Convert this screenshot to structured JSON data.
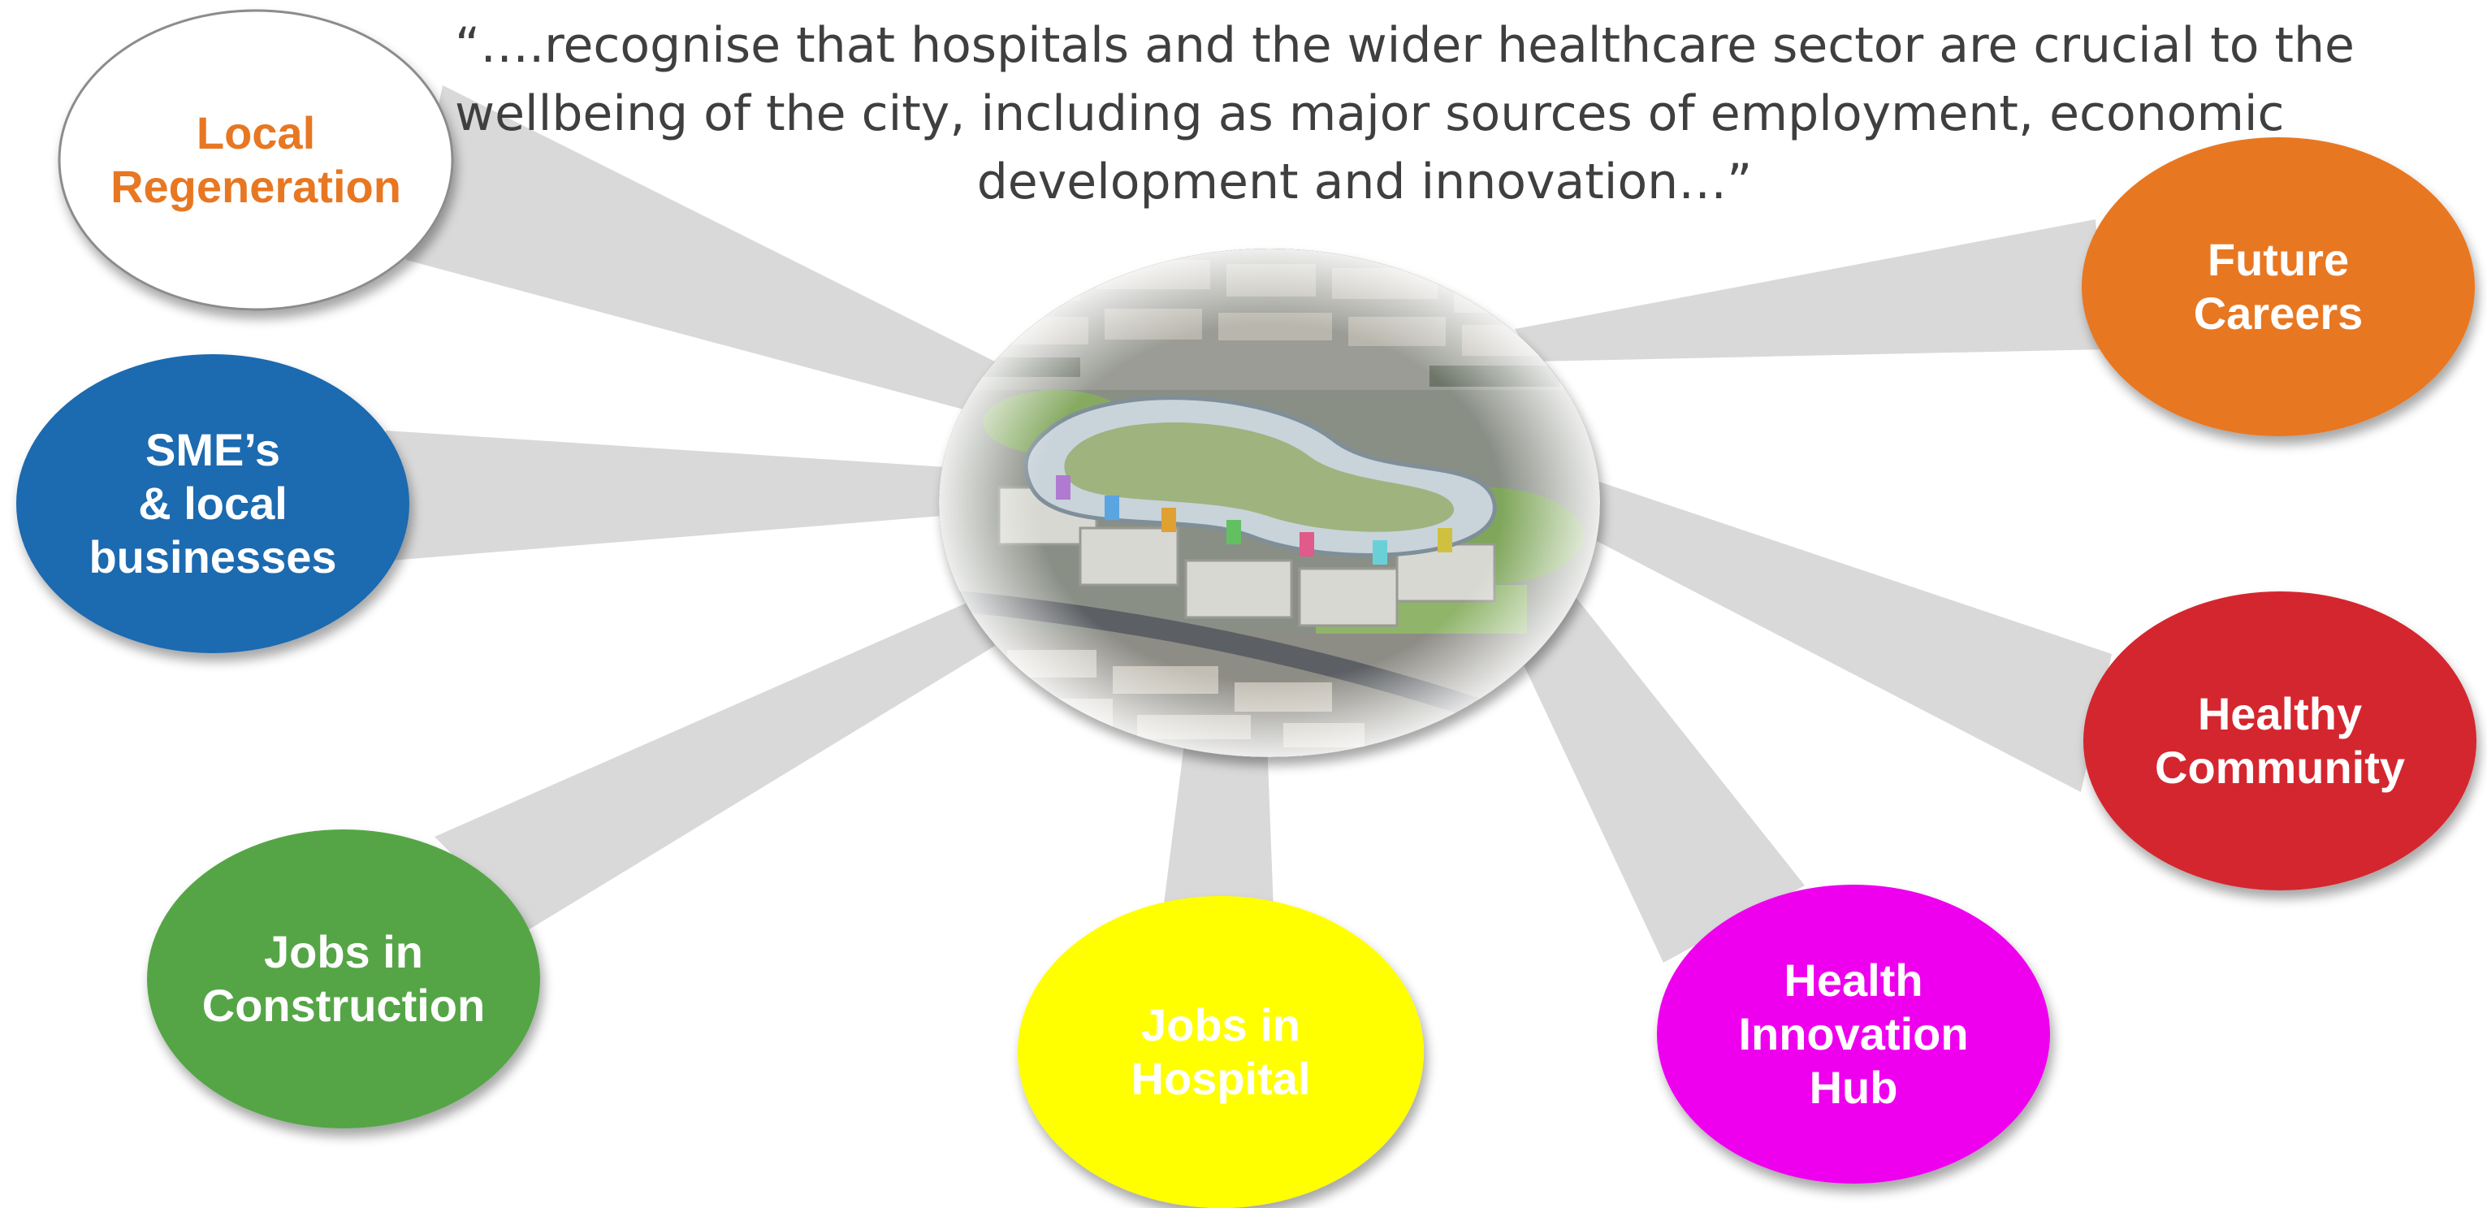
{
  "quote": {
    "lines": [
      "“….recognise that hospitals and the wider healthcare sector are crucial to the",
      "wellbeing of the city, including as major sources of employment, economic",
      "development and innovation…”"
    ]
  },
  "hub": {
    "image": "aerial-hospital-campus-photo"
  },
  "nodes": [
    {
      "id": "local-regeneration",
      "lines": [
        "Local",
        "Regeneration"
      ],
      "fill": "#ffffff",
      "text_color": "#e87722"
    },
    {
      "id": "smes",
      "lines": [
        "SME’s",
        "& local",
        "businesses"
      ],
      "fill": "#1a6bb0",
      "text_color": "#ffffff"
    },
    {
      "id": "jobs-construction",
      "lines": [
        "Jobs in",
        "Construction"
      ],
      "fill": "#55a546",
      "text_color": "#ffffff"
    },
    {
      "id": "jobs-hospital",
      "lines": [
        "Jobs in",
        "Hospital"
      ],
      "fill": "#ffff00",
      "text_color": "#ffffff"
    },
    {
      "id": "health-innovation-hub",
      "lines": [
        "Health",
        "Innovation",
        "Hub"
      ],
      "fill": "#ee00ee",
      "text_color": "#ffffff"
    },
    {
      "id": "healthy-community",
      "lines": [
        "Healthy",
        "Community"
      ],
      "fill": "#d4262e",
      "text_color": "#ffffff"
    },
    {
      "id": "future-careers",
      "lines": [
        "Future",
        "Careers"
      ],
      "fill": "#e87722",
      "text_color": "#ffffff"
    }
  ],
  "colors": {
    "spoke": "#d9d9d9",
    "quote_text": "#3f3f3f",
    "white_node_border": "#8c8c8c"
  }
}
